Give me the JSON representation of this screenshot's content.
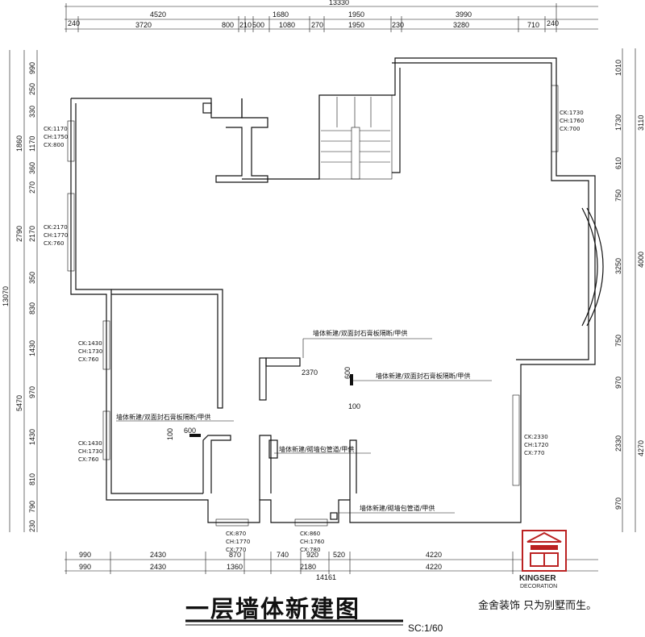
{
  "top_dims": {
    "total": "13330",
    "row1": [
      "240",
      "4520",
      "1680",
      "1950",
      "3990",
      "240"
    ],
    "row2": [
      "3720",
      "800",
      "210",
      "500",
      "1080",
      "270",
      "1950",
      "230",
      "3280",
      "710"
    ]
  },
  "bottom_dims": {
    "row1": [
      "990",
      "2430",
      "870",
      "740",
      "920",
      "520",
      "4220"
    ],
    "row2": [
      "990",
      "2430",
      "1360",
      "2180",
      "4220"
    ],
    "total": "14161"
  },
  "left_dims": {
    "outer": "13070",
    "mid": [
      "1860",
      "2790",
      "5470"
    ],
    "inner": [
      "990",
      "250",
      "330",
      "1170",
      "360",
      "270",
      "2170",
      "350",
      "830",
      "1430",
      "970",
      "1430",
      "810",
      "790",
      "230"
    ]
  },
  "right_dims": {
    "mid": [
      "3110",
      "4000",
      "4270"
    ],
    "inner": [
      "1010",
      "1730",
      "610",
      "750",
      "3250",
      "750",
      "970",
      "2330",
      "970"
    ]
  },
  "windows": [
    {
      "ck": "CK:1170",
      "ch": "CH:1750",
      "cx": "CX:800"
    },
    {
      "ck": "CK:2170",
      "ch": "CH:1770",
      "cx": "CX:760"
    },
    {
      "ck": "CK:1430",
      "ch": "CH:1730",
      "cx": "CX:760"
    },
    {
      "ck": "CK:1430",
      "ch": "CH:1730",
      "cx": "CX:760"
    },
    {
      "ck": "CK:1730",
      "ch": "CH:1760",
      "cx": "CX:700"
    },
    {
      "ck": "CK:2330",
      "ch": "CH:1720",
      "cx": "CX:770"
    },
    {
      "ck": "CK:870",
      "ch": "CH:1770",
      "cx": "CX:770"
    },
    {
      "ck": "CK:860",
      "ch": "CH:1760",
      "cx": "CX:780"
    }
  ],
  "notes": {
    "partition": "墙体新建/双面封石膏板隔断/甲供",
    "pipe": "墙体新建/砌墙包管道/甲供",
    "d2370": "2370",
    "d600a": "600",
    "d100a": "100",
    "d600b": "600",
    "d100b": "100"
  },
  "title": "一层墙体新建图",
  "scale": "SC:1/60",
  "slogan": "金舍装饰 只为别墅而生。",
  "brand": "KINGSER",
  "brand_sub": "DECORATION"
}
